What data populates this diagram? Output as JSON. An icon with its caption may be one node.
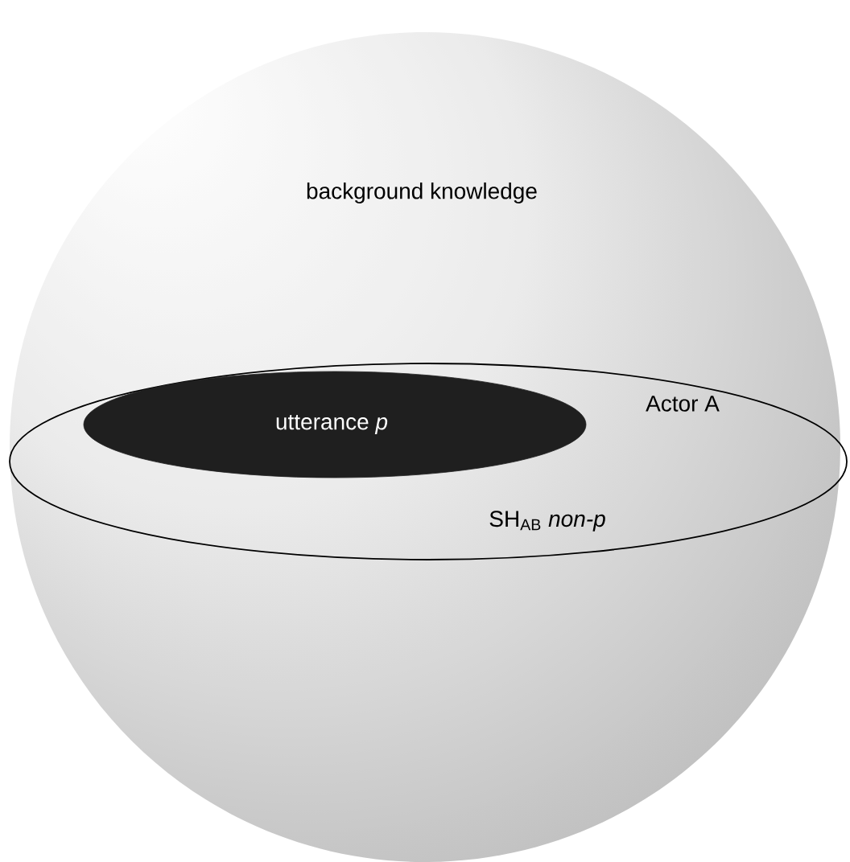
{
  "diagram": {
    "nodes": [
      {
        "text": [
          "background knowledge"
        ]
      },
      {
        "text": [
          "Actor A",
          "SH$_{AB}$ *non-p*"
        ]
      },
      {
        "text": [
          "utterance *p*"
        ],
        "in": 1
      }
    ]
  }
}
